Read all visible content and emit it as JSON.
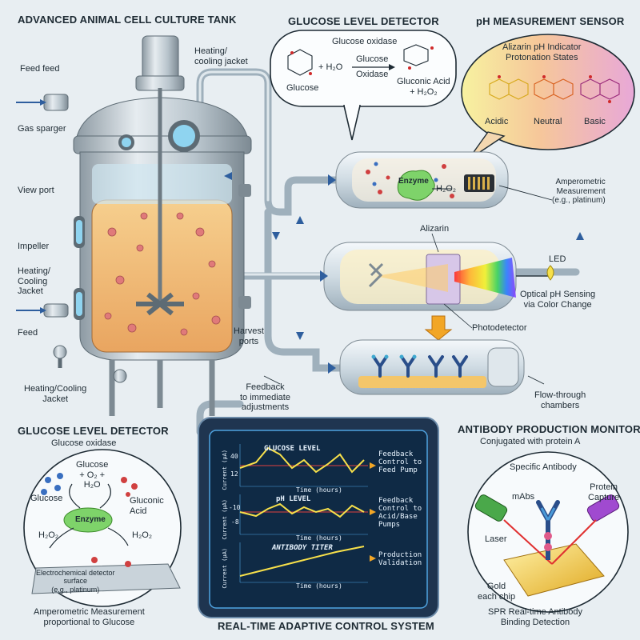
{
  "titles": {
    "tank": "ADVANCED ANIMAL CELL CULTURE TANK",
    "glucose_top": "GLUCOSE LEVEL DETECTOR",
    "ph_top": "pH MEASUREMENT SENSOR",
    "glucose_bottom": "GLUCOSE LEVEL DETECTOR",
    "glucose_bottom_sub": "Glucose oxidase",
    "antibody": "ANTIBODY PRODUCTION MONITOR",
    "antibody_sub": "Conjugated with protein A",
    "control": "REAL-TIME ADAPTIVE CONTROL SYSTEM"
  },
  "tank_labels": {
    "feed_top": "Feed feed",
    "heating_top": "Heating/\ncooling jacket",
    "gas_sparger": "Gas sparger",
    "view_port": "View port",
    "impeller": "Impeller",
    "heating_mid": "Heating/\nCooling\nJacket",
    "feed": "Feed",
    "harvest": "Harvest\nports",
    "heating_bottom": "Heating/Cooling\nJacket"
  },
  "glucose_reaction": {
    "enzyme_label": "Glucose oxidase",
    "plus_h2o": "+ H₂O",
    "arrow_top": "Glucose",
    "arrow_bottom": "Oxidase",
    "product": "Gluconic Acid\n+ H₂O₂",
    "reactant": "Glucose"
  },
  "ph_indicator": {
    "title": "Alizarin pH Indicator\nProtonation States",
    "states": [
      "Acidic",
      "Neutral",
      "Basic"
    ],
    "colors": [
      "#e8c23a",
      "#e86a1e",
      "#b0308a"
    ]
  },
  "flow_labels": {
    "enzyme": "Enzyme",
    "h2o2": "H₂O₂",
    "amperometric": "Amperometric\nMeasurement\n(e.g., platinum)",
    "alizarin": "Alizarin",
    "led": "LED",
    "optical": "Optical pH Sensing\nvia Color Change",
    "photodetector": "Photodetector",
    "flow_through": "Flow-through\nchambers",
    "feedback": "Feedback\nto immediate\nadjustments"
  },
  "bottom_left": {
    "glucose_eq": "Glucose\n+ O₂ +\nH₂O",
    "glucose": "Glucose",
    "gluconic": "Gluconic\nAcid",
    "enzyme": "Enzyme",
    "h2o2_left": "H₂O₂",
    "h2o2_right": "H₂O₂",
    "surface": "Electrochemical detector\nsurface\n(e.g., platinum)",
    "caption": "Amperometric Measurement\nproportional to Glucose"
  },
  "control_panel": {
    "rows": [
      {
        "title": "GLUCOSE LEVEL",
        "axis": "Current (µA)",
        "ticks": [
          "40",
          "12"
        ],
        "xlabel": "Time (hours)",
        "note": "Feedback\nControl to\nFeed Pump"
      },
      {
        "title": "pH LEVEL",
        "axis": "Current (µA)",
        "ticks": [
          "-10",
          "-8"
        ],
        "xlabel": "Time (hours)",
        "note": "Feedback\nControl to\nAcid/Base\nPumps"
      },
      {
        "title": "ANTIBODY TITER",
        "axis": "Current (µA)",
        "ticks": [],
        "xlabel": "Time (hours)",
        "note": "Production\nValidation"
      }
    ]
  },
  "spr": {
    "specific": "Specific Antibody",
    "mabs": "mAbs",
    "protein_capture": "Protein\nCapture",
    "laser": "Laser",
    "gold": "Gold\neach chip",
    "caption": "SPR Real-time Antibody\nBinding Detection"
  },
  "colors": {
    "panel_bg": "#1f3550",
    "screen": "#0f2a45",
    "accent_glow": "#4fa3e0",
    "culture": "#f0b870",
    "steel": "#b8c4cc",
    "enzyme_green": "#7ed36a"
  }
}
